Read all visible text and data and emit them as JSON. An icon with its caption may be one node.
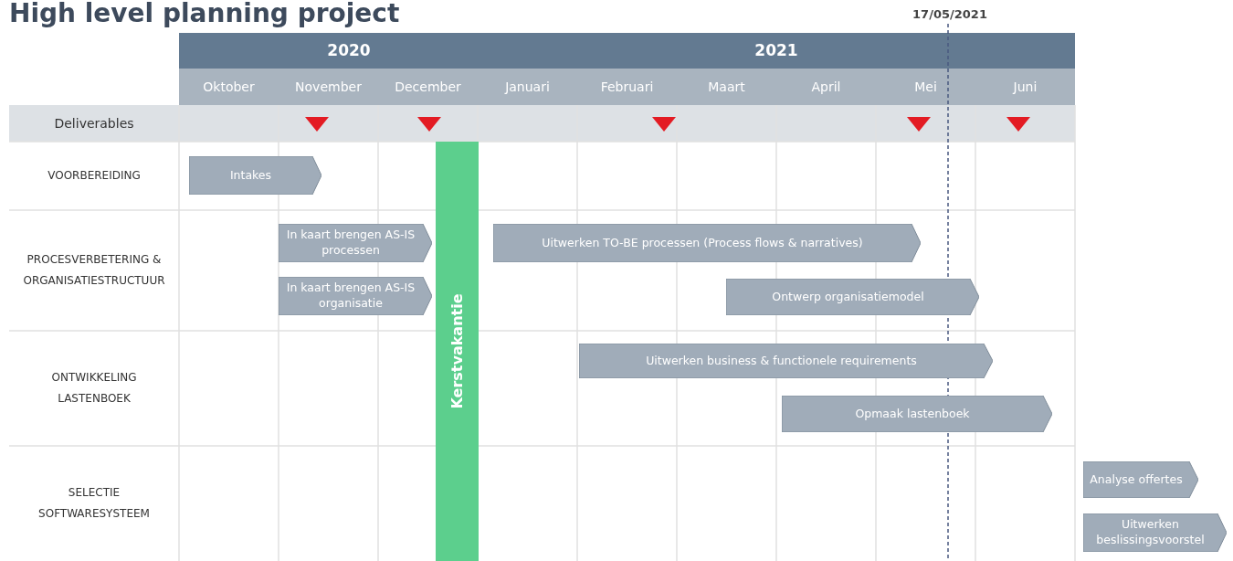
{
  "diagram": {
    "title": "High level planning project",
    "nodes": [
      {
        "text": [
          "Intakes"
        ]
      },
      {
        "text": [
          "In kaart brengen AS-IS processen"
        ]
      },
      {
        "text": [
          "In kaart brengen AS-IS organisatie"
        ]
      },
      {
        "text": [
          "Kerstvakantie"
        ]
      },
      {
        "text": [
          "Uitwerken TO-BE processen (Process flows & narratives)"
        ]
      },
      {
        "text": [
          "Ontwerp organisatiemodel"
        ]
      },
      {
        "text": [
          "Uitwerken business & functionele requirements"
        ]
      },
      {
        "text": [
          "Opmaak lastenboek"
        ]
      },
      {
        "text": [
          "Analyse offertes"
        ]
      },
      {
        "text": [
          "Uitwerken beslissingsvoorstel"
        ]
      }
    ],
    "labels": [
      "17/05/2021",
      "2020",
      "2021",
      "Oktober",
      "November",
      "December",
      "Januari",
      "Februari",
      "Maart",
      "April",
      "Mei",
      "Juni",
      "Deliverables",
      "VOORBEREIDING",
      "PROCESVERBETERING & ORGANISATIESTRUCTUUR",
      "ONTWIKKELING LASTENBOEK",
      "SELECTIE SOFTWARESYSTEEM"
    ]
  }
}
